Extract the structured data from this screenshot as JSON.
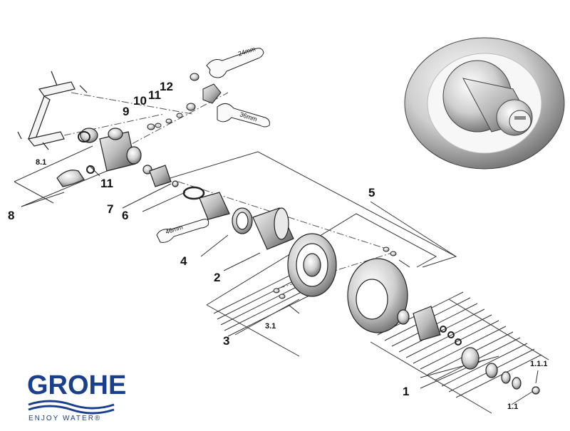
{
  "diagram": {
    "labels": {
      "l1": "1",
      "l1_1": "1.1",
      "l1_1_1": "1.1.1",
      "l2": "2",
      "l3": "3",
      "l3_1": "3.1",
      "l4": "4",
      "l5": "5",
      "l6": "6",
      "l7": "7",
      "l8": "8",
      "l8_1": "8.1",
      "l9": "9",
      "l10": "10",
      "l11a": "11",
      "l11b": "11",
      "l12": "12"
    },
    "tools": {
      "t24": "24mm",
      "t36": "36mm",
      "t46": "46mm"
    }
  },
  "brand": {
    "name": "GROHE",
    "tagline": "ENJOY WATER®"
  },
  "colors": {
    "brand_blue": "#1a3f8c",
    "line": "#333333",
    "chrome_dark": "#555555",
    "chrome_light": "#e6e6e6"
  }
}
